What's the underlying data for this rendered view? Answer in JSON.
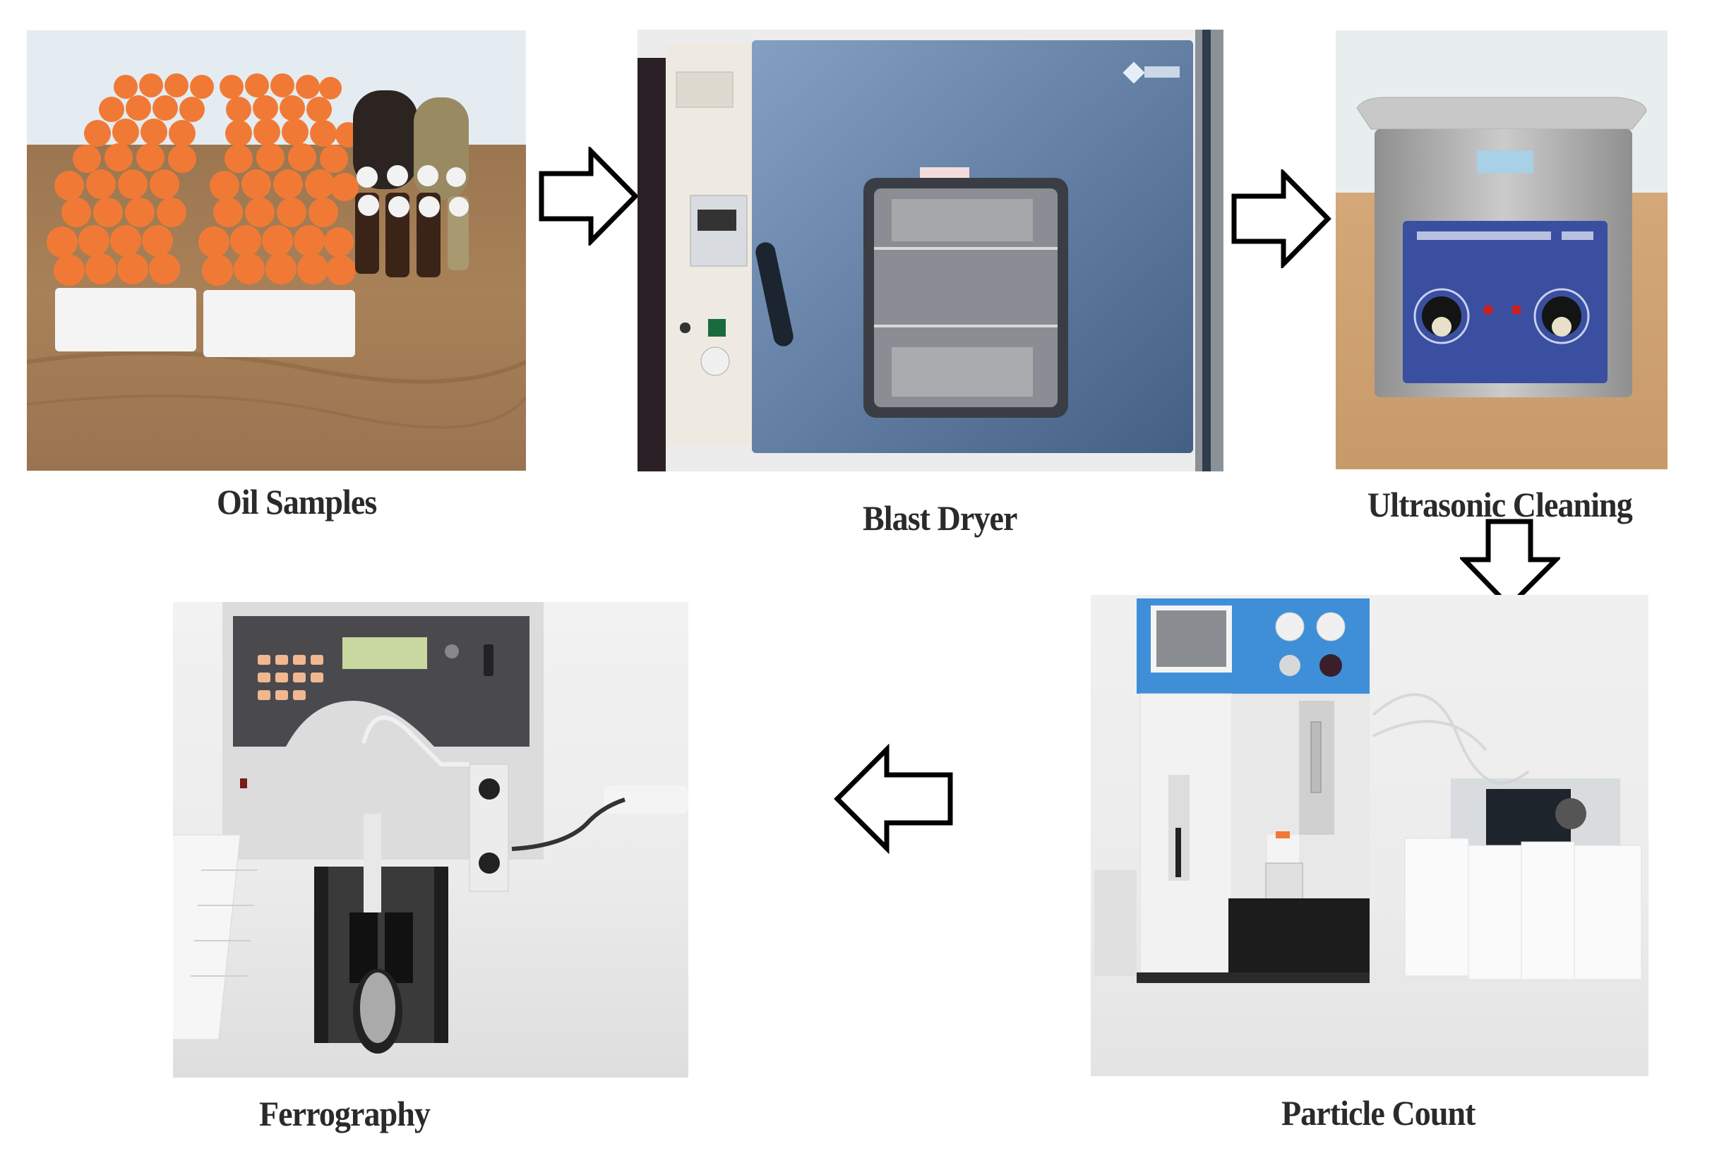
{
  "figure": {
    "type": "process-flow",
    "background": "#ffffff",
    "arrow_stroke": "#000000"
  },
  "steps": [
    {
      "id": "oil-samples",
      "label": "Oil Samples",
      "order": 1
    },
    {
      "id": "blast-dryer",
      "label": "Blast Dryer",
      "order": 2
    },
    {
      "id": "ultrasonic-cleaning",
      "label": "Ultrasonic Cleaning",
      "order": 3
    },
    {
      "id": "particle-count",
      "label": "Particle Count",
      "order": 4
    },
    {
      "id": "ferrography",
      "label": "Ferrography",
      "order": 5
    }
  ],
  "arrows": [
    {
      "from": "Oil Samples",
      "to": "Blast Dryer",
      "direction": "right"
    },
    {
      "from": "Blast Dryer",
      "to": "Ultrasonic Cleaning",
      "direction": "right"
    },
    {
      "from": "Ultrasonic Cleaning",
      "to": "Particle Count",
      "direction": "down"
    },
    {
      "from": "Particle Count",
      "to": "Ferrography",
      "direction": "left"
    }
  ],
  "colors": {
    "vial_cap_orange": "#f07a35",
    "oven_door_blue": "#5a7fb0",
    "cleaner_panel_blue": "#3a4fa0",
    "counter_panel_blue": "#3f8fd8",
    "wood_table": "#a07850",
    "lcd_green": "#c8d8a0"
  }
}
